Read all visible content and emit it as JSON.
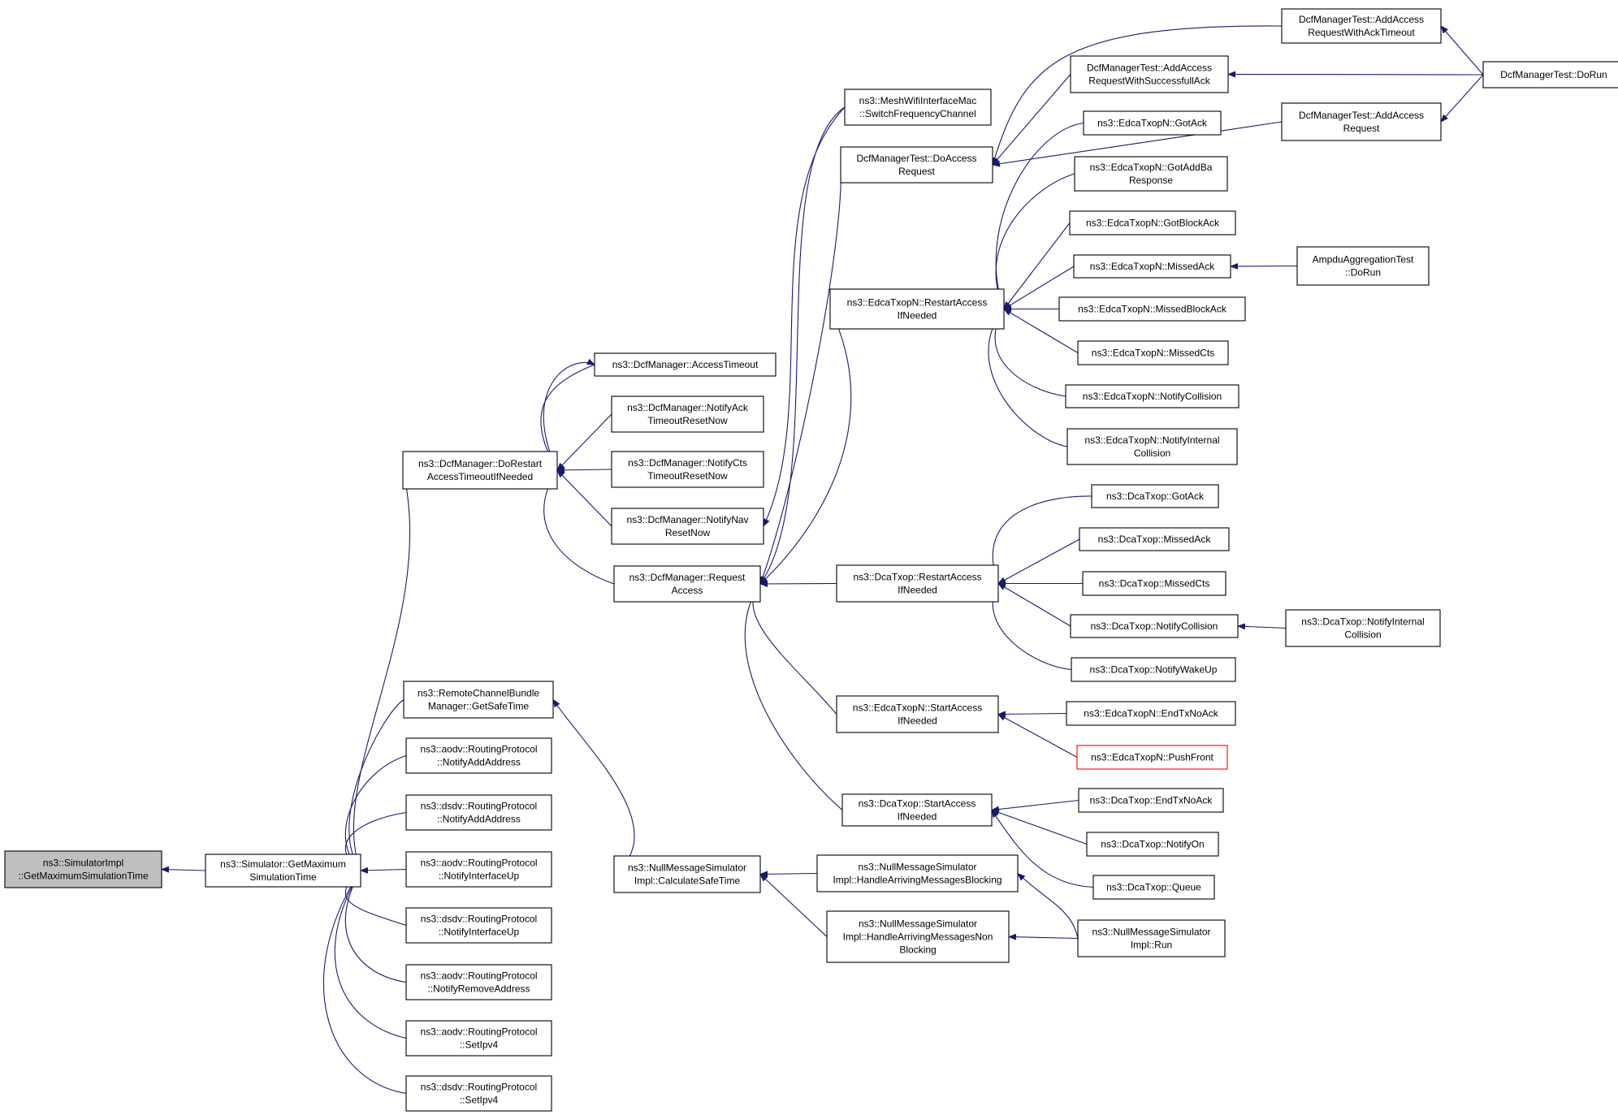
{
  "graph": {
    "title": "",
    "nodes": [
      {
        "id": "root",
        "lines": [
          "ns3::SimulatorImpl",
          "::GetMaximumSimulationTime"
        ],
        "kind": "root"
      },
      {
        "id": "sim",
        "lines": [
          "ns3::Simulator::GetMaximum",
          "SimulationTime"
        ]
      },
      {
        "id": "dcfm_dorestart",
        "lines": [
          "ns3::DcfManager::DoRestart",
          "AccessTimeoutIfNeeded"
        ]
      },
      {
        "id": "rcbm",
        "lines": [
          "ns3::RemoteChannelBundle",
          "Manager::GetSafeTime"
        ]
      },
      {
        "id": "aodv_add",
        "lines": [
          "ns3::aodv::RoutingProtocol",
          "::NotifyAddAddress"
        ]
      },
      {
        "id": "dsdv_add",
        "lines": [
          "ns3::dsdv::RoutingProtocol",
          "::NotifyAddAddress"
        ]
      },
      {
        "id": "aodv_up",
        "lines": [
          "ns3::aodv::RoutingProtocol",
          "::NotifyInterfaceUp"
        ]
      },
      {
        "id": "dsdv_up",
        "lines": [
          "ns3::dsdv::RoutingProtocol",
          "::NotifyInterfaceUp"
        ]
      },
      {
        "id": "aodv_rm",
        "lines": [
          "ns3::aodv::RoutingProtocol",
          "::NotifyRemoveAddress"
        ]
      },
      {
        "id": "aodv_ipv4",
        "lines": [
          "ns3::aodv::RoutingProtocol",
          "::SetIpv4"
        ]
      },
      {
        "id": "dsdv_ipv4",
        "lines": [
          "ns3::dsdv::RoutingProtocol",
          "::SetIpv4"
        ]
      },
      {
        "id": "dcfm_at",
        "lines": [
          "ns3::DcfManager::AccessTimeout"
        ]
      },
      {
        "id": "dcfm_ack",
        "lines": [
          "ns3::DcfManager::NotifyAck",
          "TimeoutResetNow"
        ]
      },
      {
        "id": "dcfm_cts",
        "lines": [
          "ns3::DcfManager::NotifyCts",
          "TimeoutResetNow"
        ]
      },
      {
        "id": "dcfm_nav",
        "lines": [
          "ns3::DcfManager::NotifyNav",
          "ResetNow"
        ]
      },
      {
        "id": "dcfm_req",
        "lines": [
          "ns3::DcfManager::Request",
          "Access"
        ]
      },
      {
        "id": "nms_calc",
        "lines": [
          "ns3::NullMessageSimulator",
          "Impl::CalculateSafeTime"
        ]
      },
      {
        "id": "mesh",
        "lines": [
          "ns3::MeshWifiInterfaceMac",
          "::SwitchFrequencyChannel"
        ]
      },
      {
        "id": "dcft_doaccess",
        "lines": [
          "DcfManagerTest::DoAccess",
          "Request"
        ]
      },
      {
        "id": "edca_restart",
        "lines": [
          "ns3::EdcaTxopN::RestartAccess",
          "IfNeeded"
        ]
      },
      {
        "id": "dca_restart",
        "lines": [
          "ns3::DcaTxop::RestartAccess",
          "IfNeeded"
        ]
      },
      {
        "id": "edca_start",
        "lines": [
          "ns3::EdcaTxopN::StartAccess",
          "IfNeeded"
        ]
      },
      {
        "id": "dca_start",
        "lines": [
          "ns3::DcaTxop::StartAccess",
          "IfNeeded"
        ]
      },
      {
        "id": "nms_hamb",
        "lines": [
          "ns3::NullMessageSimulator",
          "Impl::HandleArrivingMessagesBlocking"
        ]
      },
      {
        "id": "nms_hamnb",
        "lines": [
          "ns3::NullMessageSimulator",
          "Impl::HandleArrivingMessagesNon",
          "Blocking"
        ]
      },
      {
        "id": "dcft_add_ack",
        "lines": [
          "DcfManagerTest::AddAccess",
          "RequestWithSuccessfullAck"
        ]
      },
      {
        "id": "dcft_add_timeout",
        "lines": [
          "DcfManagerTest::AddAccess",
          "RequestWithAckTimeout"
        ]
      },
      {
        "id": "dcft_add_req",
        "lines": [
          "DcfManagerTest::AddAccess",
          "Request"
        ]
      },
      {
        "id": "dcft_dorun",
        "lines": [
          "DcfManagerTest::DoRun"
        ]
      },
      {
        "id": "edca_gotack",
        "lines": [
          "ns3::EdcaTxopN::GotAck"
        ]
      },
      {
        "id": "edca_gotaddba",
        "lines": [
          "ns3::EdcaTxopN::GotAddBa",
          "Response"
        ]
      },
      {
        "id": "edca_gotblockack",
        "lines": [
          "ns3::EdcaTxopN::GotBlockAck"
        ]
      },
      {
        "id": "edca_missedack",
        "lines": [
          "ns3::EdcaTxopN::MissedAck"
        ]
      },
      {
        "id": "edca_missedblockack",
        "lines": [
          "ns3::EdcaTxopN::MissedBlockAck"
        ]
      },
      {
        "id": "edca_missedcts",
        "lines": [
          "ns3::EdcaTxopN::MissedCts"
        ]
      },
      {
        "id": "edca_notifycoll",
        "lines": [
          "ns3::EdcaTxopN::NotifyCollision"
        ]
      },
      {
        "id": "edca_notifyint",
        "lines": [
          "ns3::EdcaTxopN::NotifyInternal",
          "Collision"
        ]
      },
      {
        "id": "ampdu",
        "lines": [
          "AmpduAggregationTest",
          "::DoRun"
        ]
      },
      {
        "id": "dca_gotack",
        "lines": [
          "ns3::DcaTxop::GotAck"
        ]
      },
      {
        "id": "dca_missedack",
        "lines": [
          "ns3::DcaTxop::MissedAck"
        ]
      },
      {
        "id": "dca_missedcts",
        "lines": [
          "ns3::DcaTxop::MissedCts"
        ]
      },
      {
        "id": "dca_notifycoll",
        "lines": [
          "ns3::DcaTxop::NotifyCollision"
        ]
      },
      {
        "id": "dca_wakeup",
        "lines": [
          "ns3::DcaTxop::NotifyWakeUp"
        ]
      },
      {
        "id": "dca_notifyint",
        "lines": [
          "ns3::DcaTxop::NotifyInternal",
          "Collision"
        ]
      },
      {
        "id": "edca_endtx",
        "lines": [
          "ns3::EdcaTxopN::EndTxNoAck"
        ]
      },
      {
        "id": "edca_pushfront",
        "lines": [
          "ns3::EdcaTxopN::PushFront"
        ],
        "kind": "truncated"
      },
      {
        "id": "dca_endtx",
        "lines": [
          "ns3::DcaTxop::EndTxNoAck"
        ]
      },
      {
        "id": "dca_notifyon",
        "lines": [
          "ns3::DcaTxop::NotifyOn"
        ]
      },
      {
        "id": "dca_queue",
        "lines": [
          "ns3::DcaTxop::Queue"
        ]
      },
      {
        "id": "nms_run",
        "lines": [
          "ns3::NullMessageSimulator",
          "Impl::Run"
        ]
      }
    ],
    "edges": [
      {
        "from": "sim",
        "to": "root"
      },
      {
        "from": "dcfm_dorestart",
        "to": "sim"
      },
      {
        "from": "rcbm",
        "to": "sim"
      },
      {
        "from": "aodv_add",
        "to": "sim"
      },
      {
        "from": "dsdv_add",
        "to": "sim"
      },
      {
        "from": "aodv_up",
        "to": "sim"
      },
      {
        "from": "dsdv_up",
        "to": "sim"
      },
      {
        "from": "aodv_rm",
        "to": "sim"
      },
      {
        "from": "aodv_ipv4",
        "to": "sim"
      },
      {
        "from": "dsdv_ipv4",
        "to": "sim"
      },
      {
        "from": "dcfm_at",
        "to": "dcfm_dorestart"
      },
      {
        "from": "dcfm_ack",
        "to": "dcfm_dorestart"
      },
      {
        "from": "dcfm_cts",
        "to": "dcfm_dorestart"
      },
      {
        "from": "dcfm_nav",
        "to": "dcfm_dorestart"
      },
      {
        "from": "dcfm_req",
        "to": "dcfm_dorestart"
      },
      {
        "from": "dcfm_dorestart",
        "to": "dcfm_at"
      },
      {
        "from": "nms_calc",
        "to": "rcbm"
      },
      {
        "from": "mesh",
        "to": "dcfm_nav"
      },
      {
        "from": "mesh",
        "to": "dcfm_req"
      },
      {
        "from": "dcft_doaccess",
        "to": "dcfm_req"
      },
      {
        "from": "edca_restart",
        "to": "dcfm_req"
      },
      {
        "from": "dca_restart",
        "to": "dcfm_req"
      },
      {
        "from": "edca_start",
        "to": "dcfm_req"
      },
      {
        "from": "dca_start",
        "to": "dcfm_req"
      },
      {
        "from": "nms_hamb",
        "to": "nms_calc"
      },
      {
        "from": "nms_hamnb",
        "to": "nms_calc"
      },
      {
        "from": "dcft_add_ack",
        "to": "dcft_doaccess"
      },
      {
        "from": "dcft_add_timeout",
        "to": "dcft_doaccess"
      },
      {
        "from": "dcft_add_req",
        "to": "dcft_doaccess"
      },
      {
        "from": "dcft_dorun",
        "to": "dcft_add_ack"
      },
      {
        "from": "dcft_dorun",
        "to": "dcft_add_timeout"
      },
      {
        "from": "dcft_dorun",
        "to": "dcft_add_req"
      },
      {
        "from": "edca_gotack",
        "to": "edca_restart"
      },
      {
        "from": "edca_gotaddba",
        "to": "edca_restart"
      },
      {
        "from": "edca_gotblockack",
        "to": "edca_restart"
      },
      {
        "from": "edca_missedack",
        "to": "edca_restart"
      },
      {
        "from": "edca_missedblockack",
        "to": "edca_restart"
      },
      {
        "from": "edca_missedcts",
        "to": "edca_restart"
      },
      {
        "from": "edca_notifycoll",
        "to": "edca_restart"
      },
      {
        "from": "edca_notifyint",
        "to": "edca_restart"
      },
      {
        "from": "ampdu",
        "to": "edca_missedack"
      },
      {
        "from": "dca_gotack",
        "to": "dca_restart"
      },
      {
        "from": "dca_missedack",
        "to": "dca_restart"
      },
      {
        "from": "dca_missedcts",
        "to": "dca_restart"
      },
      {
        "from": "dca_notifycoll",
        "to": "dca_restart"
      },
      {
        "from": "dca_wakeup",
        "to": "dca_restart"
      },
      {
        "from": "dca_notifyint",
        "to": "dca_notifycoll"
      },
      {
        "from": "edca_endtx",
        "to": "edca_start"
      },
      {
        "from": "edca_pushfront",
        "to": "edca_start"
      },
      {
        "from": "dca_endtx",
        "to": "dca_start"
      },
      {
        "from": "dca_notifyon",
        "to": "dca_start"
      },
      {
        "from": "dca_queue",
        "to": "dca_start"
      },
      {
        "from": "nms_run",
        "to": "nms_hamb"
      },
      {
        "from": "nms_run",
        "to": "nms_hamnb"
      }
    ]
  },
  "colors": {
    "edge": "#191970",
    "node_border": "#000000",
    "root_fill": "#bfbfbf",
    "truncated_border": "#ff0000",
    "background": "#ffffff"
  }
}
